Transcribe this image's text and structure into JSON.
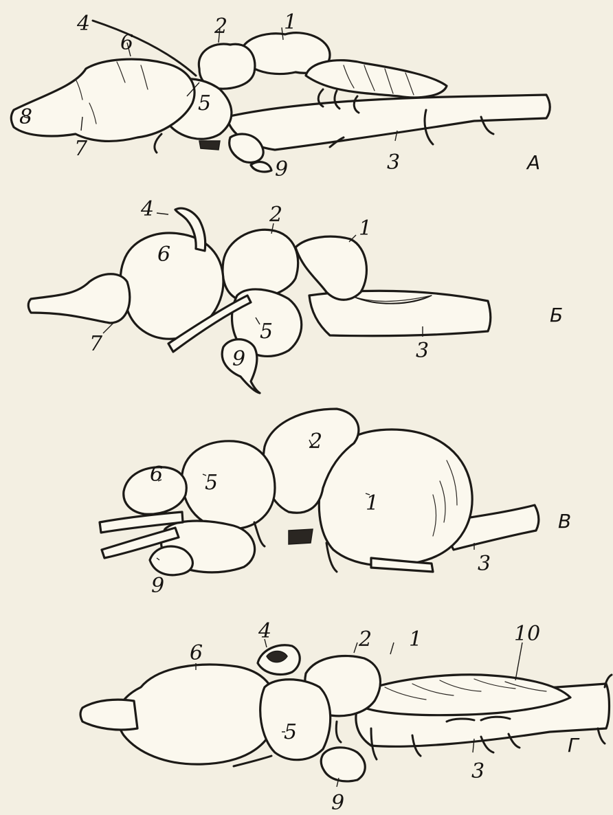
{
  "panels": [
    {
      "id": "A",
      "letter": "А",
      "numbers": {
        "n1": "1",
        "n2": "2",
        "n3": "3",
        "n4": "4",
        "n5": "5",
        "n6": "6",
        "n7": "7",
        "n8": "8",
        "n9": "9"
      }
    },
    {
      "id": "B",
      "letter": "Б",
      "numbers": {
        "n1": "1",
        "n2": "2",
        "n3": "3",
        "n4": "4",
        "n5": "5",
        "n6": "6",
        "n7": "7",
        "n9": "9"
      }
    },
    {
      "id": "V",
      "letter": "В",
      "numbers": {
        "n1": "1",
        "n2": "2",
        "n3": "3",
        "n5": "5",
        "n6": "6",
        "n9": "9"
      }
    },
    {
      "id": "G",
      "letter": "Г",
      "numbers": {
        "n1": "1",
        "n2": "2",
        "n3": "3",
        "n4": "4",
        "n5": "5",
        "n6": "6",
        "n9": "9",
        "n10": "10"
      }
    }
  ]
}
